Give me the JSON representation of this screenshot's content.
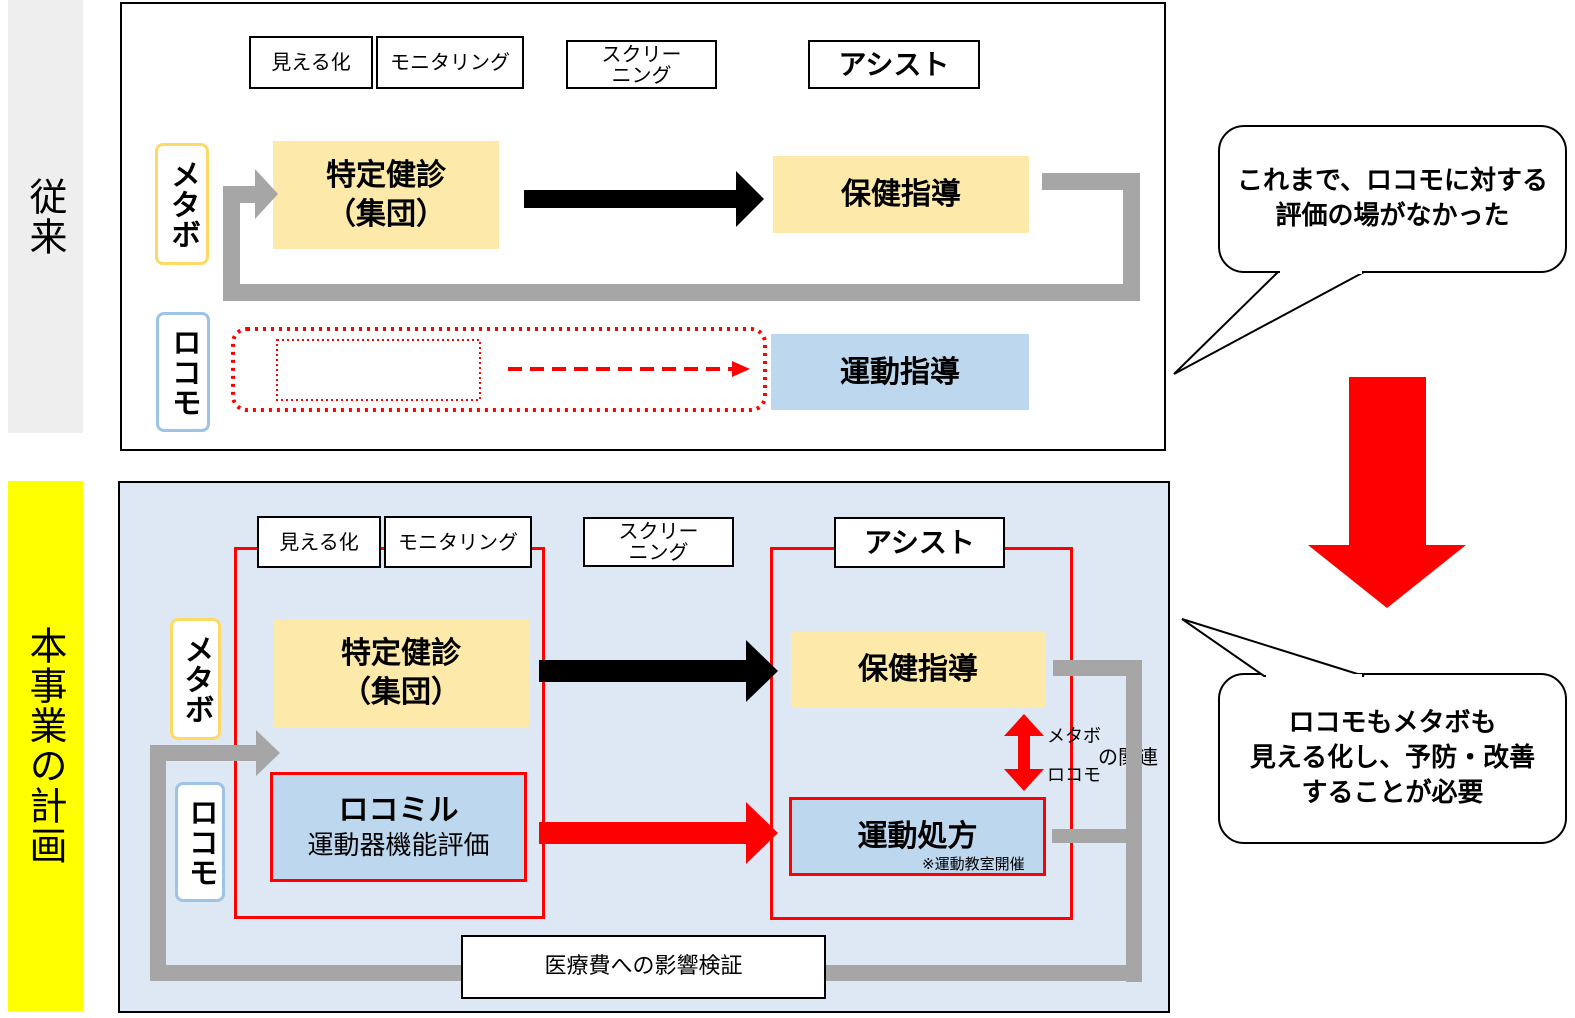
{
  "side_labels": {
    "conventional": "従来",
    "this_project": "本事業の計画"
  },
  "headers": {
    "visualize": "見える化",
    "monitoring": "モニタリング",
    "screening_line1": "スクリー",
    "screening_line2": "ニング",
    "assist": "アシスト"
  },
  "tags": {
    "metabo": "メタボ",
    "locomo": "ロコモ"
  },
  "top": {
    "checkup_line1": "特定健診",
    "checkup_line2": "（集団）",
    "health_guidance": "保健指導",
    "exercise_guidance": "運動指導"
  },
  "bottom": {
    "checkup_line1": "特定健診",
    "checkup_line2": "（集団）",
    "locomil_line1": "ロコミル",
    "locomil_line2": "運動器機能評価",
    "health_guidance": "保健指導",
    "exercise_prescription": "運動処方",
    "class_note": "※運動教室開催",
    "rel_metabo": "メタボ",
    "rel_locomo": "ロコモ",
    "rel_suffix": "の関連",
    "medical_cost": "医療費への影響検証"
  },
  "callouts": {
    "top_line1": "これまで、ロコモに対する",
    "top_line2": "評価の場がなかった",
    "bottom_line1": "ロコモもメタボも",
    "bottom_line2": "見える化し、予防・改善",
    "bottom_line3": "することが必要"
  },
  "colors": {
    "yellow_box": "#fde9a9",
    "blue_box": "#bdd7ee",
    "red": "#ff0000",
    "gray_flow": "#a6a6a6",
    "plan_bg": "#dde8f4",
    "highlight_yellow": "#ffff00",
    "side_gray": "#eeeeee"
  }
}
